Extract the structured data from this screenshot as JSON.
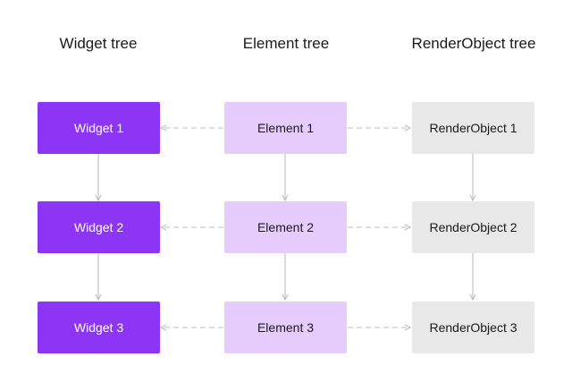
{
  "columns": {
    "widget": {
      "title": "Widget tree",
      "nodes": [
        "Widget 1",
        "Widget 2",
        "Widget 3"
      ]
    },
    "element": {
      "title": "Element tree",
      "nodes": [
        "Element 1",
        "Element 2",
        "Element 3"
      ]
    },
    "render": {
      "title": "RenderObject tree",
      "nodes": [
        "RenderObject 1",
        "RenderObject 2",
        "RenderObject 3"
      ]
    }
  },
  "colors": {
    "widget_fill": "#8c35f4",
    "element_fill": "#e5ccfd",
    "render_fill": "#e8e8e8",
    "connector": "#bdbdbd"
  }
}
